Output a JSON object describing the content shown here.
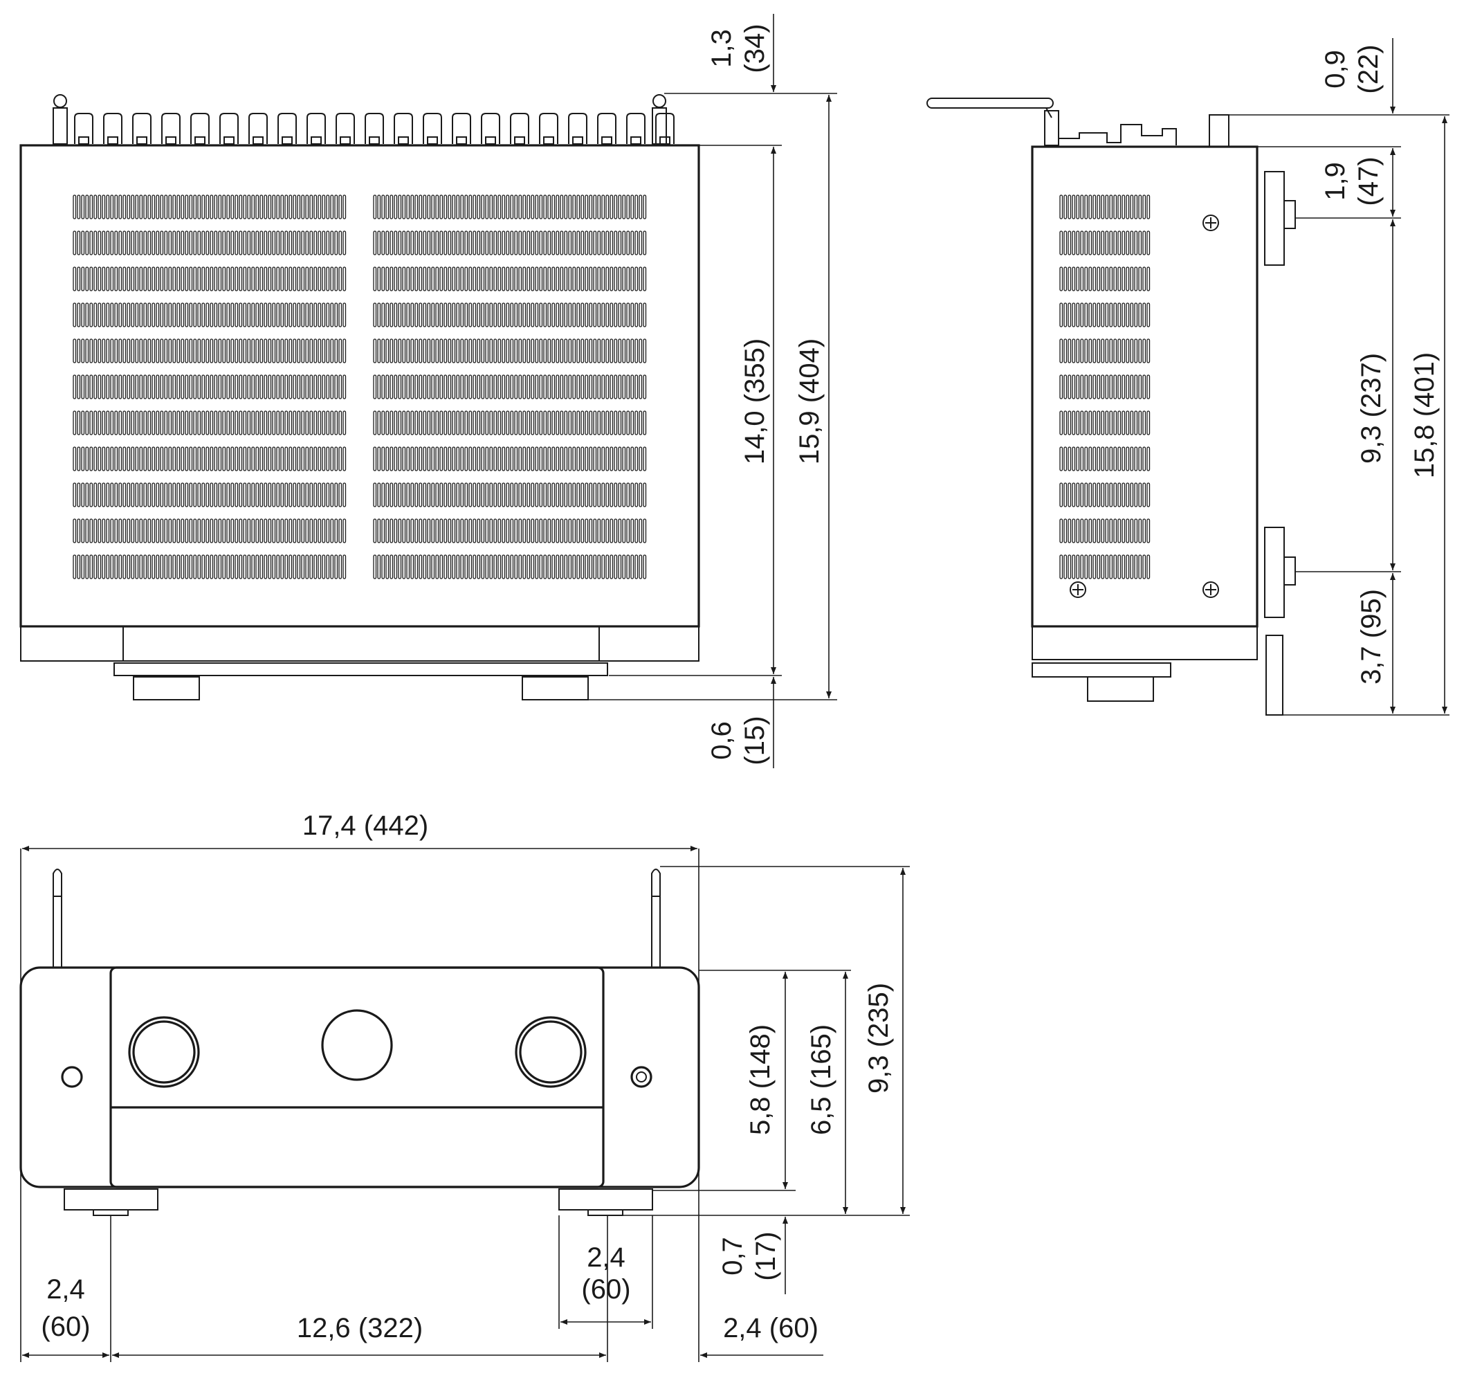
{
  "top_view": {
    "dim_top_antenna": {
      "in": "1,3",
      "mm": "(34)"
    },
    "dim_body_depth": "14,0 (355)",
    "dim_total_depth": "15,9 (404)",
    "dim_front_feet": {
      "in": "0,6",
      "mm": "(15)"
    }
  },
  "side_view": {
    "dim_antenna": {
      "in": "0,9",
      "mm": "(22)"
    },
    "dim_upper": {
      "in": "1,9",
      "mm": "(47)"
    },
    "dim_feet_spacing": "9,3 (237)",
    "dim_front_foot": "3,7 (95)",
    "dim_total": "15,8 (401)"
  },
  "front_view": {
    "dim_width": "17,4 (442)",
    "dim_body_height": "5,8 (148)",
    "dim_height_with_feet": "6,5 (165)",
    "dim_total_height": "9,3 (235)",
    "dim_feet_height": {
      "in": "0,7",
      "mm": "(17)"
    },
    "dim_foot_width": {
      "in": "2,4",
      "mm": "(60)"
    },
    "dim_left_offset": {
      "in": "2,4",
      "mm": "(60)"
    },
    "dim_feet_spacing": "12,6 (322)",
    "dim_right_offset": "2,4 (60)"
  }
}
